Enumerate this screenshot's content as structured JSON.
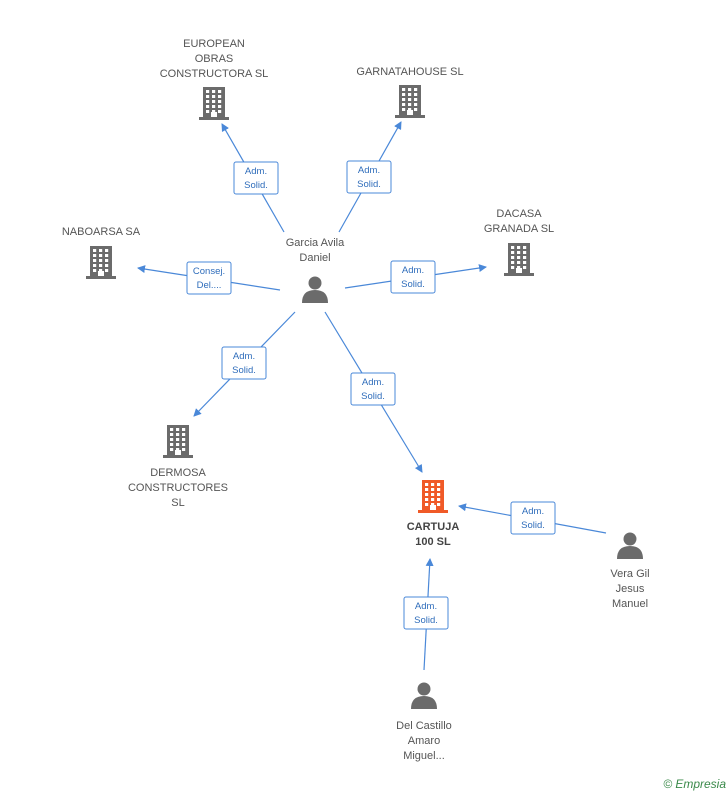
{
  "colors": {
    "edge": "#4a88d8",
    "company": "#6b6b6b",
    "focus_company": "#f05a28",
    "person": "#6b6b6b"
  },
  "nodes": [
    {
      "id": "european",
      "type": "company",
      "icon": "building-icon",
      "lines": [
        "EUROPEAN",
        "OBRAS",
        "CONSTRUCTORA SL"
      ]
    },
    {
      "id": "garnata",
      "type": "company",
      "icon": "building-icon",
      "lines": [
        "GARNATAHOUSE SL"
      ]
    },
    {
      "id": "naboarsa",
      "type": "company",
      "icon": "building-icon",
      "lines": [
        "NABOARSA SA"
      ]
    },
    {
      "id": "dacasa",
      "type": "company",
      "icon": "building-icon",
      "lines": [
        "DACASA",
        "GRANADA SL"
      ]
    },
    {
      "id": "dermosa",
      "type": "company",
      "icon": "building-icon",
      "lines": [
        "DERMOSA",
        "CONSTRUCTORES",
        "SL"
      ]
    },
    {
      "id": "cartuja",
      "type": "focus",
      "icon": "building-icon",
      "lines": [
        "CARTUJA",
        "100 SL"
      ]
    },
    {
      "id": "garcia",
      "type": "person",
      "icon": "person-icon",
      "lines": [
        "Garcia Avila",
        "Daniel"
      ]
    },
    {
      "id": "vera",
      "type": "person",
      "icon": "person-icon",
      "lines": [
        "Vera Gil",
        "Jesus",
        "Manuel"
      ]
    },
    {
      "id": "castillo",
      "type": "person",
      "icon": "person-icon",
      "lines": [
        "Del Castillo",
        "Amaro",
        "Miguel..."
      ]
    }
  ],
  "edges": [
    {
      "from": "garcia",
      "to": "european",
      "label": [
        "Adm.",
        "Solid."
      ]
    },
    {
      "from": "garcia",
      "to": "garnata",
      "label": [
        "Adm.",
        "Solid."
      ]
    },
    {
      "from": "garcia",
      "to": "naboarsa",
      "label": [
        "Consej.",
        "Del...."
      ]
    },
    {
      "from": "garcia",
      "to": "dacasa",
      "label": [
        "Adm.",
        "Solid."
      ]
    },
    {
      "from": "garcia",
      "to": "dermosa",
      "label": [
        "Adm.",
        "Solid."
      ]
    },
    {
      "from": "garcia",
      "to": "cartuja",
      "label": [
        "Adm.",
        "Solid."
      ]
    },
    {
      "from": "vera",
      "to": "cartuja",
      "label": [
        "Adm.",
        "Solid."
      ]
    },
    {
      "from": "castillo",
      "to": "cartuja",
      "label": [
        "Adm.",
        "Solid."
      ]
    }
  ],
  "watermark": {
    "symbol": "©",
    "brand": "Empresia"
  }
}
